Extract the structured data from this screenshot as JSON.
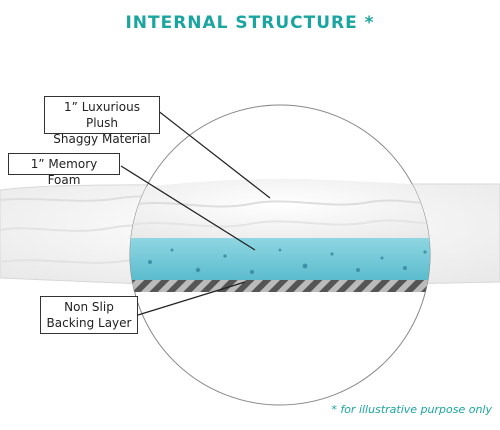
{
  "title": "INTERNAL STRUCTURE *",
  "labels": {
    "plush": {
      "line1": "1” Luxurious Plush",
      "line2": "Shaggy Material"
    },
    "foam": {
      "line1": "1” Memory Foam"
    },
    "backing": {
      "line1": "Non Slip",
      "line2": "Backing Layer"
    }
  },
  "footnote": "* for illustrative purpose only",
  "colors": {
    "accent": "#1aa5a0",
    "foam": "#6cc7d6",
    "foam_dark": "#3a8fa8",
    "plush": "#f4f4f4",
    "backing_dark": "#555555",
    "backing_light": "#bbbbbb"
  }
}
